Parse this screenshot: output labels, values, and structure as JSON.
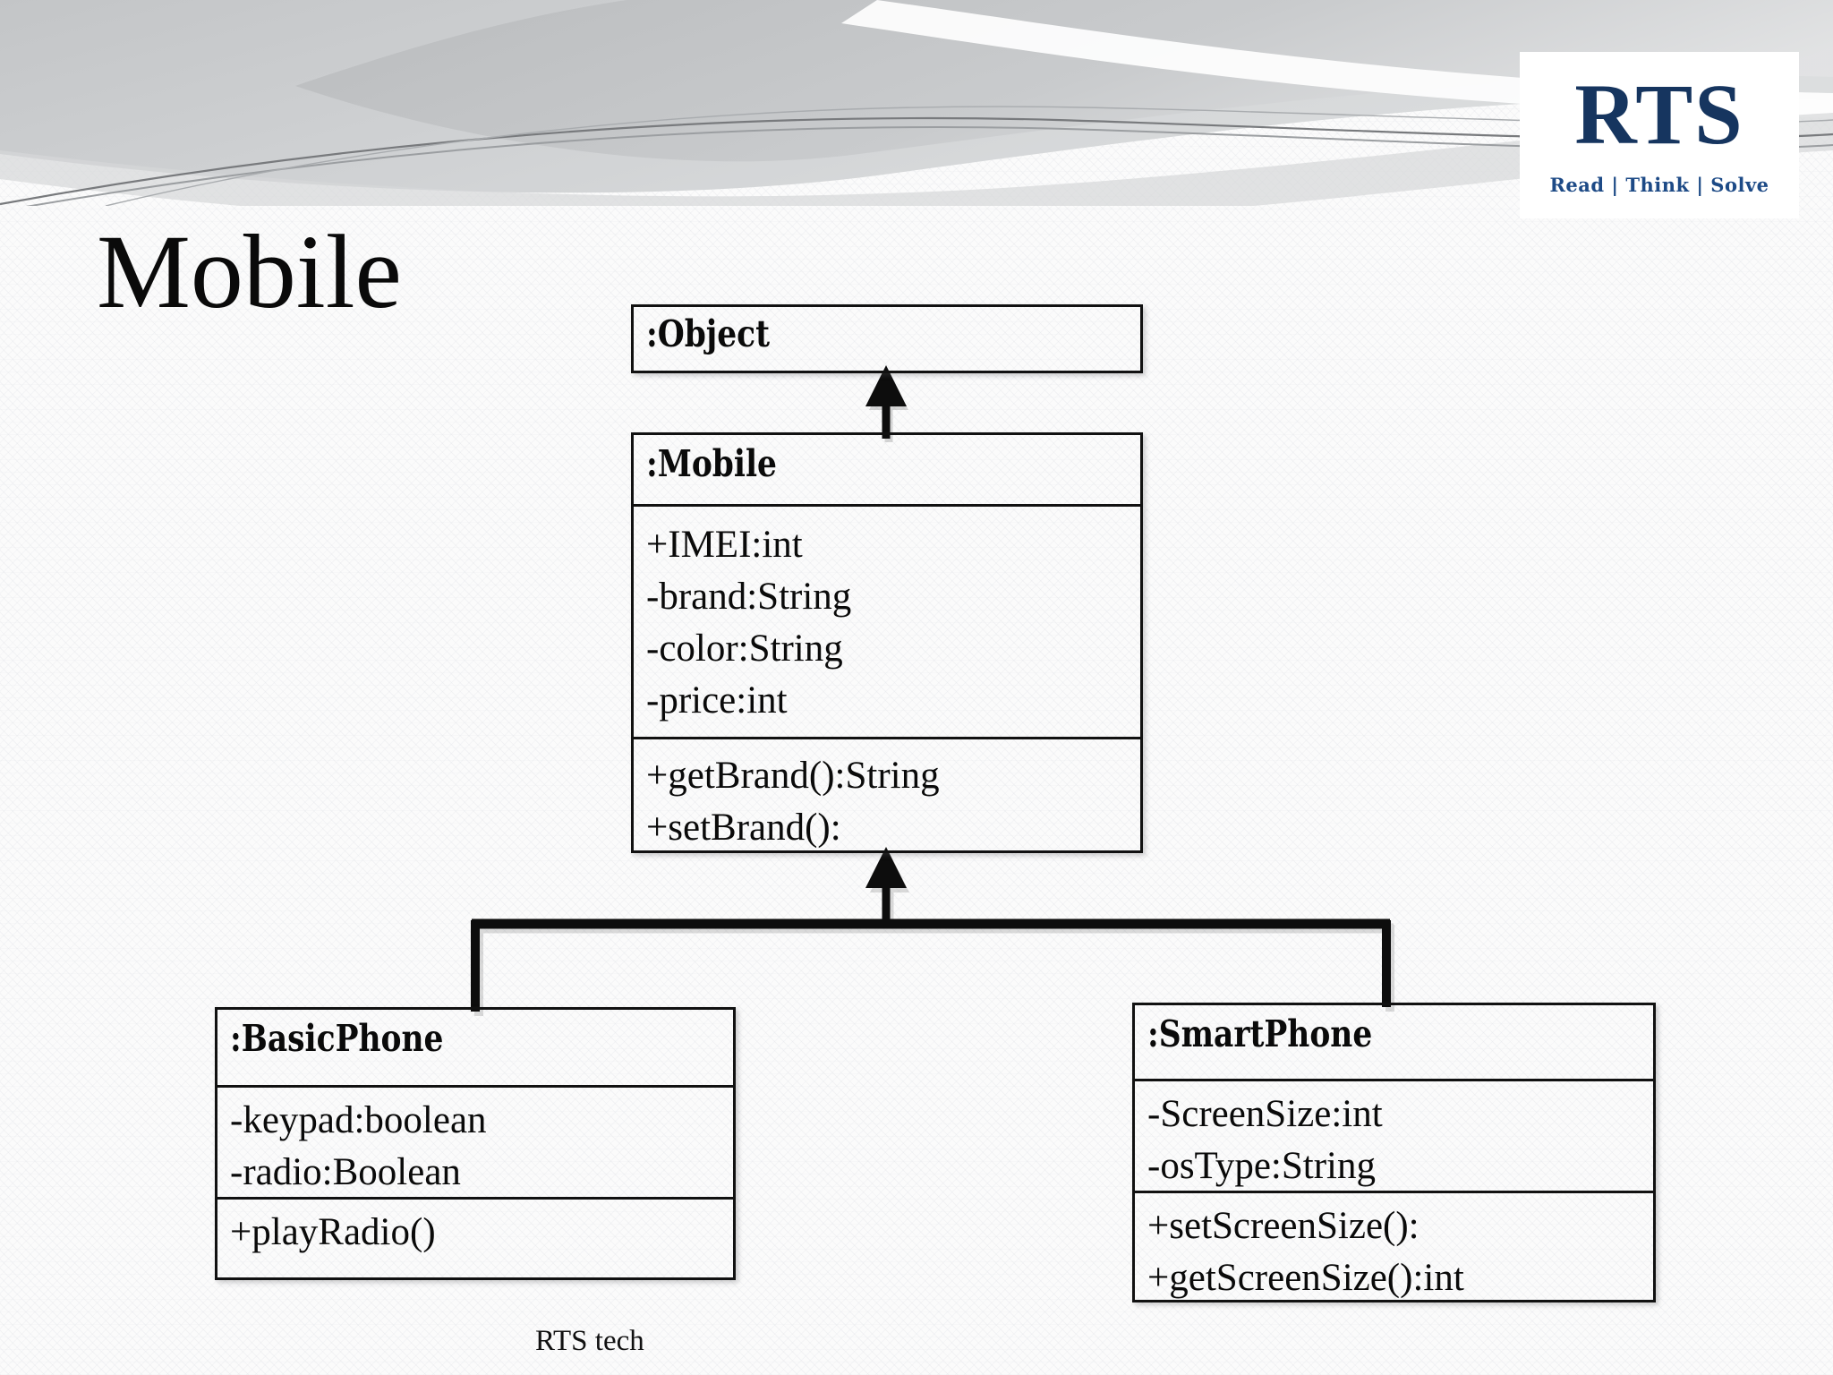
{
  "slide": {
    "title": "Mobile",
    "footer_note": "RTS tech",
    "background_color": "#fbfbfb"
  },
  "branding": {
    "logo_text": "RTS",
    "tagline": "Read | Think | Solve",
    "logo_color": "#16355f",
    "tagline_color": "#1d4a86",
    "plate_color": "#ffffff"
  },
  "diagram": {
    "type": "uml-class-diagram",
    "line_color": "#111111",
    "classes": [
      {
        "id": "object",
        "name": ":Object",
        "attributes": [],
        "methods": []
      },
      {
        "id": "mobile",
        "name": ":Mobile",
        "attributes": [
          "+IMEI:int",
          "-brand:String",
          "-color:String",
          "-price:int"
        ],
        "methods": [
          "+getBrand():String",
          "+setBrand():"
        ]
      },
      {
        "id": "basicphone",
        "name": ":BasicPhone",
        "attributes": [
          "-keypad:boolean",
          "-radio:Boolean"
        ],
        "methods": [
          "+playRadio()"
        ]
      },
      {
        "id": "smartphone",
        "name": ":SmartPhone",
        "attributes": [
          "-ScreenSize:int",
          "-osType:String"
        ],
        "methods": [
          "+setScreenSize():",
          "+getScreenSize():int"
        ]
      }
    ],
    "relationships": [
      {
        "from": ":Mobile",
        "to": ":Object",
        "kind": "generalization"
      },
      {
        "from": ":BasicPhone",
        "to": ":Mobile",
        "kind": "generalization"
      },
      {
        "from": ":SmartPhone",
        "to": ":Mobile",
        "kind": "generalization"
      }
    ]
  }
}
